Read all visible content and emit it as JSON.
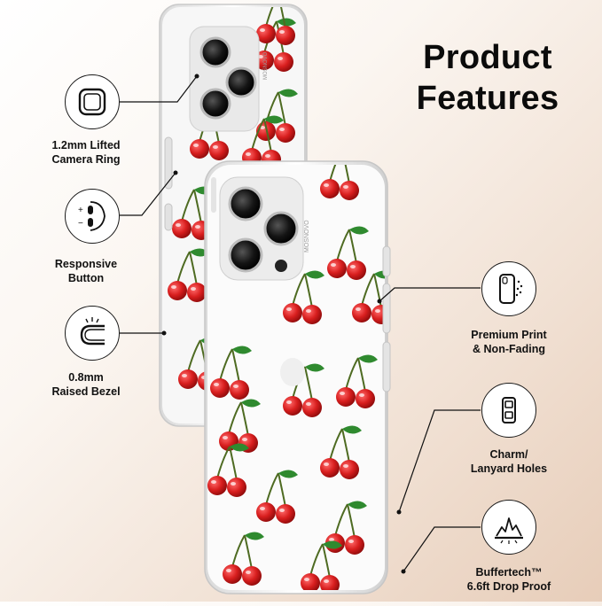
{
  "title_line1": "Product",
  "title_line2": "Features",
  "case_brand": "MOSNOVO",
  "colors": {
    "cherry_red": "#d81e1e",
    "leaf_green": "#2f8a2f",
    "case_clear": "#f4f4f4",
    "background": "#f1e1d4"
  },
  "features_left": [
    {
      "icon": "lifted-camera-ring-icon",
      "line1": "1.2mm Lifted",
      "line2": "Camera Ring"
    },
    {
      "icon": "responsive-button-icon",
      "line1": "Responsive",
      "line2": "Button"
    },
    {
      "icon": "raised-bezel-icon",
      "line1": "0.8mm",
      "line2": "Raised Bezel"
    }
  ],
  "features_right": [
    {
      "icon": "premium-print-icon",
      "line1": "Premium Print",
      "line2": "& Non-Fading"
    },
    {
      "icon": "lanyard-holes-icon",
      "line1": "Charm/",
      "line2": "Lanyard Holes"
    },
    {
      "icon": "drop-proof-icon",
      "line1": "Buffertech™",
      "line2": "6.6ft Drop Proof"
    }
  ]
}
